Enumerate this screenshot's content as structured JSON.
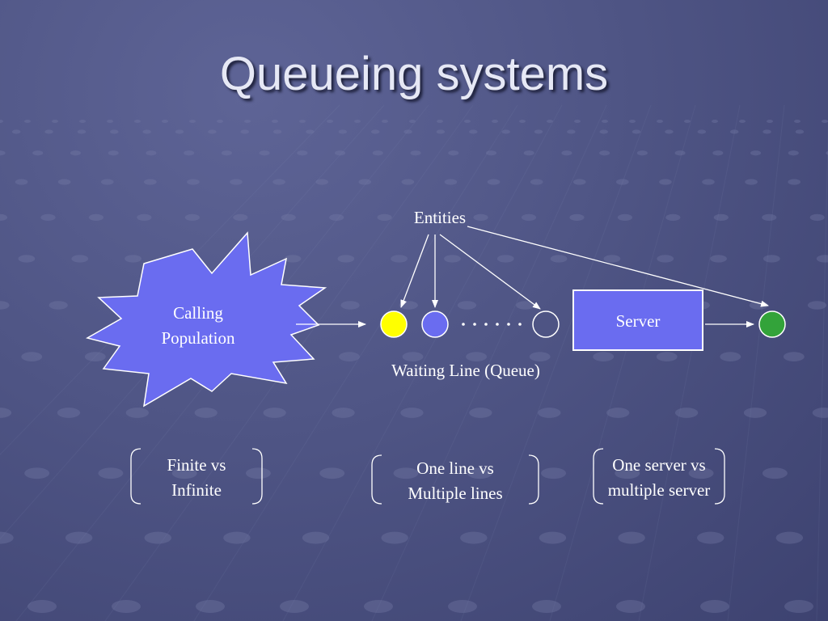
{
  "slide": {
    "title": "Queueing systems"
  },
  "diagram": {
    "calling_population": [
      "Calling",
      "Population"
    ],
    "entities_label": "Entities",
    "server_label": "Server",
    "waiting_line_label": "Waiting Line (Queue)",
    "queue_entities": [
      {
        "color": "#ffff00"
      },
      {
        "color": "#6a6cf0"
      },
      {
        "color": "none"
      }
    ],
    "served_entity_color": "#33a33a",
    "burst_color": "#6a6cf0"
  },
  "attributes": [
    {
      "lines": [
        "Finite vs",
        "Infinite"
      ]
    },
    {
      "lines": [
        "One line vs",
        "Multiple lines"
      ]
    },
    {
      "lines": [
        "One server vs",
        "multiple server"
      ]
    }
  ]
}
